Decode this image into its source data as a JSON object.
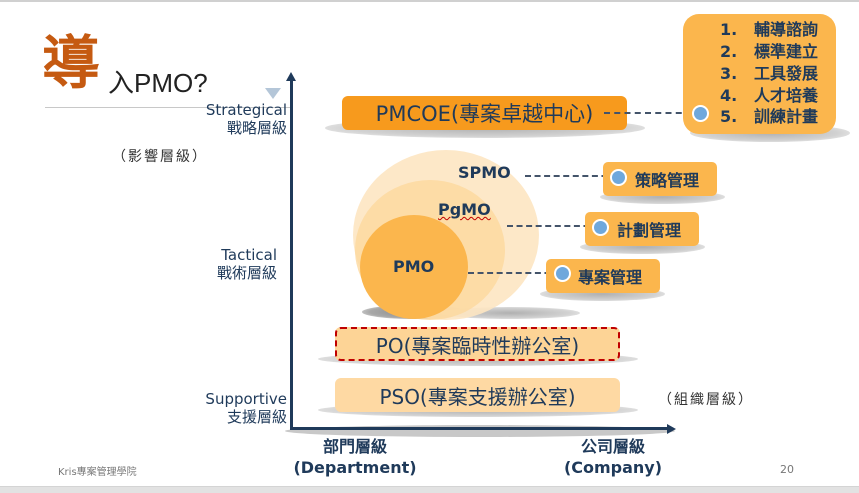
{
  "title": {
    "big_char": "導",
    "rest": "入PMO?"
  },
  "y_axis": {
    "levels": [
      {
        "en": "Strategical",
        "zh": "戰略層級"
      },
      {
        "en": "Tactical",
        "zh": "戰術層級"
      },
      {
        "en": "Supportive",
        "zh": "支援層級"
      }
    ],
    "note": "（影響層級）"
  },
  "x_axis": {
    "levels": [
      {
        "zh": "部門層級",
        "en": "(Department)"
      },
      {
        "zh": "公司層級",
        "en": "(Company)"
      }
    ],
    "note": "（組織層級）"
  },
  "bars": {
    "pmcoe": "PMCOE(專案卓越中心)",
    "po": "PO(專案臨時性辦公室)",
    "pso": "PSO(專案支援辦公室)"
  },
  "circles": {
    "spmo": "SPMO",
    "pgmo": "PgMO",
    "pmo": "PMO"
  },
  "tags": {
    "spmo": "策略管理",
    "pgmo": "計劃管理",
    "pmo": "專案管理"
  },
  "pmcoe_list": [
    {
      "num": "1.",
      "text": "輔導諮詢"
    },
    {
      "num": "2.",
      "text": "標準建立"
    },
    {
      "num": "3.",
      "text": "工具發展"
    },
    {
      "num": "4.",
      "text": "人才培養"
    },
    {
      "num": "5.",
      "text": "訓練計畫"
    }
  ],
  "footer": {
    "brand": "Kris專案管理學院",
    "page": "20"
  },
  "colors": {
    "title_accent": "#c55a11",
    "pmcoe_orange": "#f79a1d",
    "tag_orange": "#fbb64d",
    "axis": "#1f3a5a",
    "po_border": "#c00000",
    "dot_blue": "#6fa8dc"
  }
}
